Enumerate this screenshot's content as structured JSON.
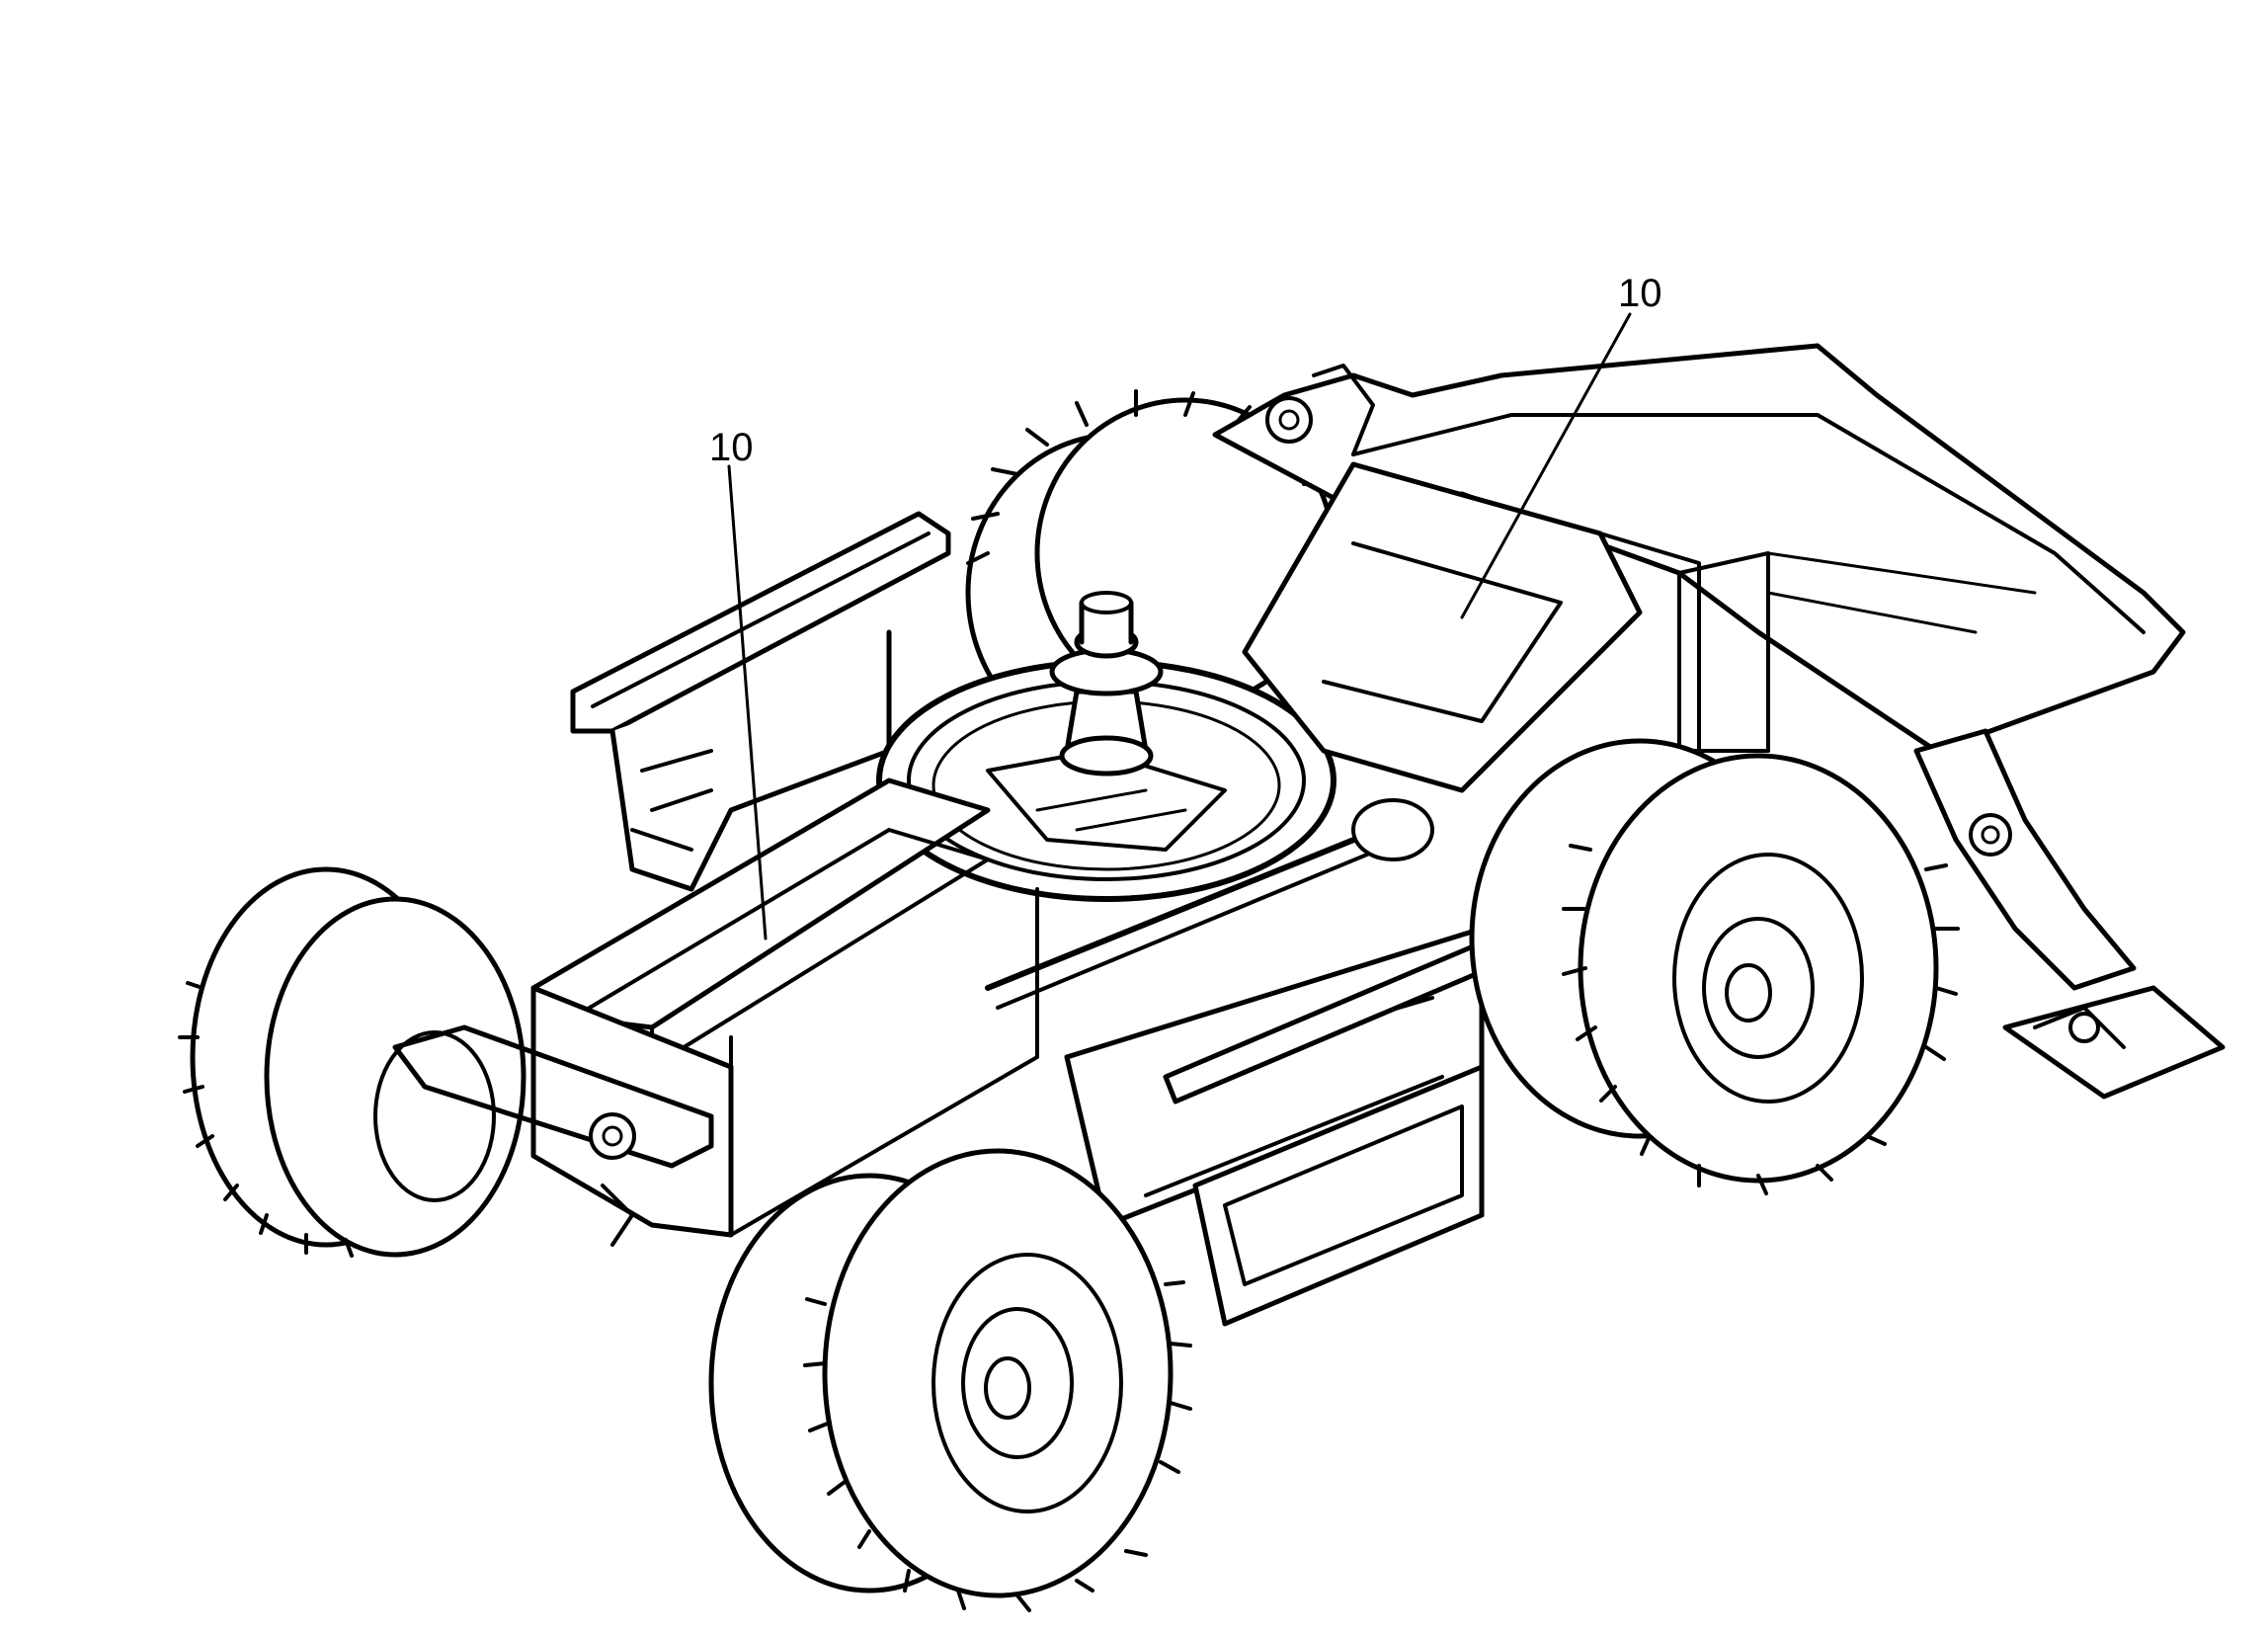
{
  "callouts": [
    {
      "id": "callout-left",
      "label": "10"
    },
    {
      "id": "callout-right",
      "label": "10"
    }
  ],
  "colors": {
    "ink": "#000000",
    "paper": "#ffffff"
  }
}
